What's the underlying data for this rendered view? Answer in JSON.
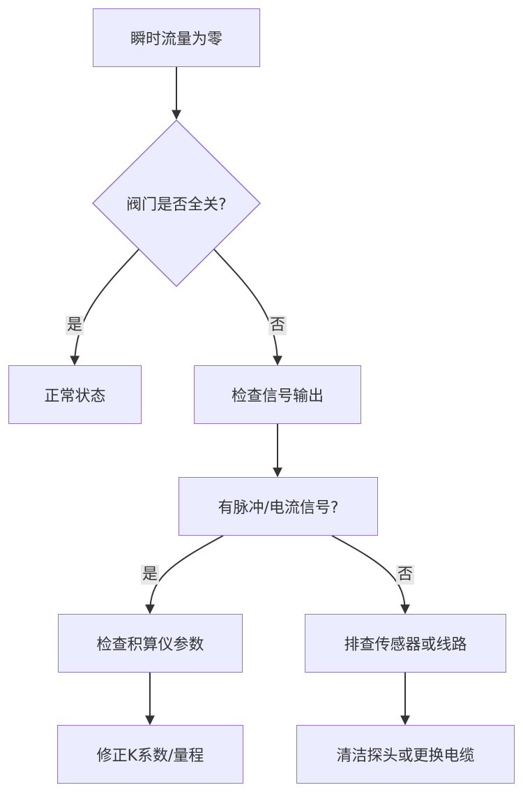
{
  "nodes": {
    "n1": "瞬时流量为零",
    "n2": "阀门是否全关?",
    "n3": "正常状态",
    "n4": "检查信号输出",
    "n5": "有脉冲/电流信号?",
    "n6": "检查积算仪参数",
    "n7": "排查传感器或线路",
    "n8": "修正K系数/量程",
    "n9": "清洁探头或更换电缆"
  },
  "edges": {
    "yes1": "是",
    "no1": "否",
    "yes2": "是",
    "no2": "否"
  },
  "colors": {
    "node_fill": "#ECECFF",
    "node_stroke": "#9370DB",
    "edge": "#333333",
    "edge_label_bg": "#e8e8e8"
  }
}
